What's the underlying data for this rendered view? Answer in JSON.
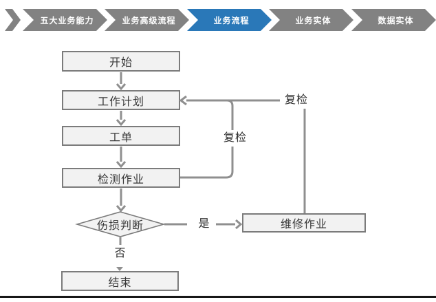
{
  "stepper": {
    "steps": [
      {
        "label": "五大业务能力",
        "active": false
      },
      {
        "label": "业务高级流程",
        "active": false
      },
      {
        "label": "业务流程",
        "active": true
      },
      {
        "label": "业务实体",
        "active": false
      },
      {
        "label": "数据实体",
        "active": false
      }
    ],
    "colors": {
      "inactive": "#828282",
      "active": "#2A78B8",
      "text": "#ffffff"
    }
  },
  "flowchart": {
    "nodes": {
      "start": {
        "label": "开始",
        "type": "process"
      },
      "plan": {
        "label": "工作计划",
        "type": "process"
      },
      "order": {
        "label": "工单",
        "type": "process"
      },
      "inspect": {
        "label": "检测作业",
        "type": "process"
      },
      "damage": {
        "label": "伤损判断",
        "type": "decision"
      },
      "repair": {
        "label": "维修作业",
        "type": "process"
      },
      "end": {
        "label": "结束",
        "type": "process"
      }
    },
    "edge_labels": {
      "yes": "是",
      "no": "否",
      "recheck_inner": "复检",
      "recheck_outer": "复检"
    },
    "colors": {
      "node_fill": "#f2f2f2",
      "node_border": "#7b7b7b",
      "line": "#8f8f8f",
      "text": "#383838",
      "bottom_rule": "#171717"
    }
  }
}
